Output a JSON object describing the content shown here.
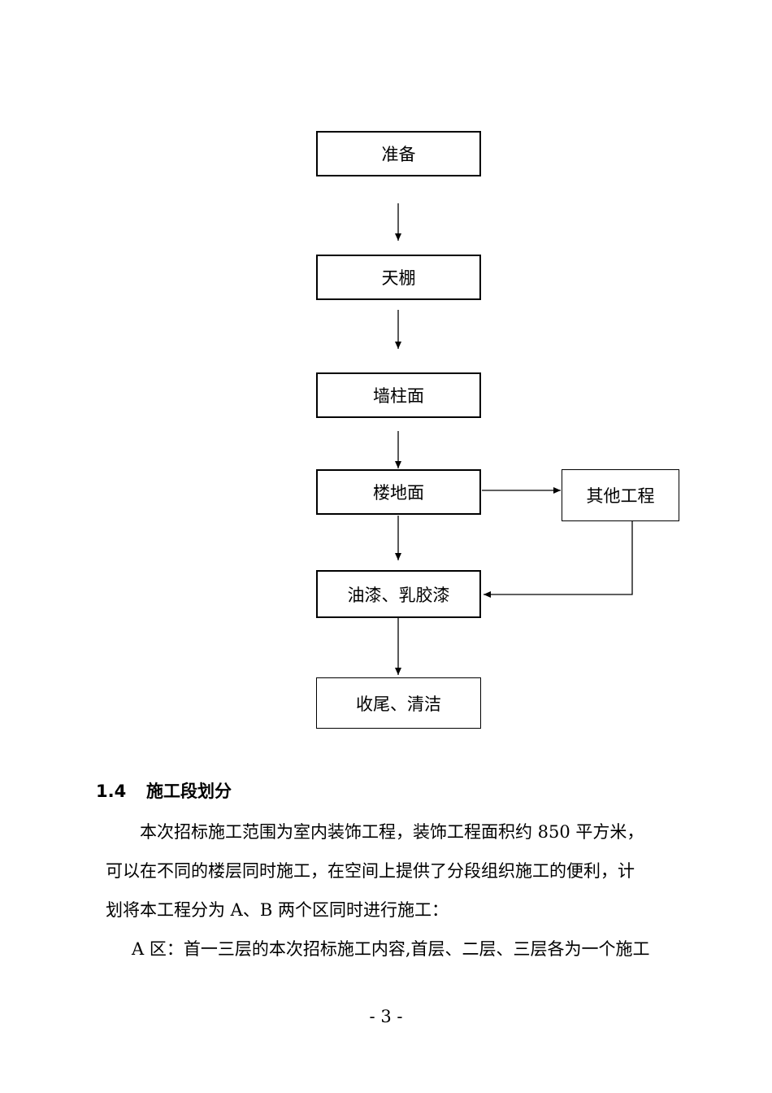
{
  "flowchart": {
    "steps": [
      "准备",
      "天棚",
      "墙柱面",
      "楼地面",
      "油漆、乳胶漆",
      "收尾、清洁"
    ],
    "side_step": "其他工程"
  },
  "section": {
    "number": "1.4",
    "title": "施工段划分"
  },
  "paragraphs": {
    "p1_lines": [
      "本次招标施工范围为室内装饰工程，装饰工程面积约 850 平方米，",
      "可以在不同的楼层同时施工，在空间上提供了分段组织施工的便利，计",
      "划将本工程分为 A、B 两个区同时进行施工："
    ],
    "p2_line": "A 区：首一三层的本次招标施工内容,首层、二层、三层各为一个施工"
  },
  "page_number": "- 3 -"
}
